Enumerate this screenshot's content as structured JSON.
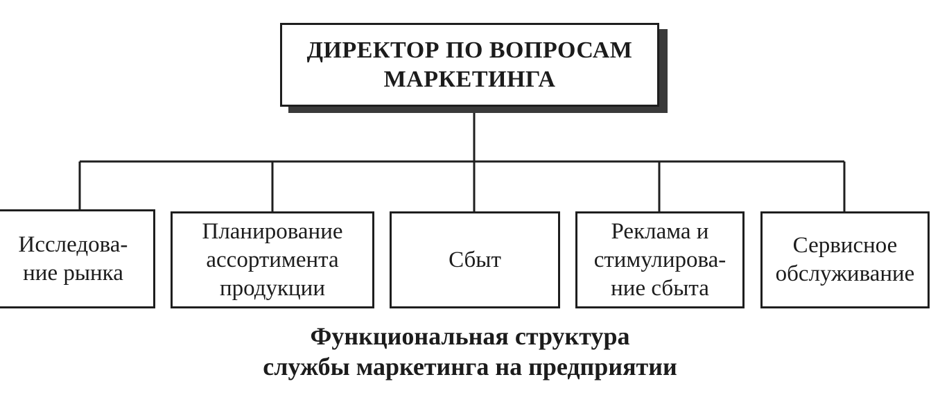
{
  "director": {
    "label": "ДИРЕКТОР ПО ВОПРОСАМ\nМАРКЕТИНГА"
  },
  "functions": [
    {
      "label": "Исследова-\nние рынка"
    },
    {
      "label": "Планирование\nассортимента\nпродукции"
    },
    {
      "label": "Сбыт"
    },
    {
      "label": "Реклама и\nстимулирова-\nние сбыта"
    },
    {
      "label": "Сервисное\nобслуживание"
    }
  ],
  "caption": "Функциональная структура\nслужбы маркетинга на предприятии",
  "colors": {
    "line": "#1e1e1e",
    "shadow": "#3a3a3a",
    "background": "#ffffff"
  }
}
